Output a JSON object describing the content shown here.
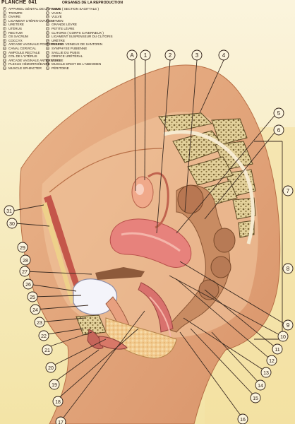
{
  "header": {
    "plate_word": "PLANCHE",
    "plate_number": "041",
    "subtitle": "ORGANES DE LA REPRODUCTION"
  },
  "legend": {
    "left": [
      {
        "key": "A",
        "text": "APPAREIL GÉNITAL DE LA FEMME ( SECTION SAGITTALE )"
      },
      {
        "key": "1",
        "text": "TROMPE"
      },
      {
        "key": "2",
        "text": "OVAIRE"
      },
      {
        "key": "3",
        "text": "LIGAMENT UTÉRIN-OVARIEN"
      },
      {
        "key": "4",
        "text": "URETÈRE"
      },
      {
        "key": "5",
        "text": "UTÉRUS"
      },
      {
        "key": "6",
        "text": "RECTUM"
      },
      {
        "key": "7",
        "text": "OS SACRUM"
      },
      {
        "key": "8",
        "text": "COCCYX"
      },
      {
        "key": "9",
        "text": "ARCADE VAGINALE POSTÉRIEURE"
      },
      {
        "key": "10",
        "text": "CANAL CERVICAL"
      },
      {
        "key": "11",
        "text": "AMPOULE RECTALE"
      },
      {
        "key": "12",
        "text": "COL DE L'UTÉRUS"
      },
      {
        "key": "13",
        "text": "ARCADE VAGINALE ANTÉRIEURE"
      },
      {
        "key": "14",
        "text": "PLEXUS HÉMORROÏDAIRE"
      },
      {
        "key": "15",
        "text": "MUSCLE SPHINCTER"
      }
    ],
    "right": [
      {
        "key": "16",
        "text": "ANUS"
      },
      {
        "key": "17",
        "text": "VAGIN"
      },
      {
        "key": "18",
        "text": "VULVE"
      },
      {
        "key": "19",
        "text": "HYMEN"
      },
      {
        "key": "20",
        "text": "GRANDE LÈVRE"
      },
      {
        "key": "21",
        "text": "PETITE LÈVRE"
      },
      {
        "key": "22",
        "text": "CLITORIS ( CORPS CAVERNEUX )"
      },
      {
        "key": "23",
        "text": "LIGAMENT SUSPENSEUR DU CLITORIS"
      },
      {
        "key": "24",
        "text": "URÈTRE"
      },
      {
        "key": "25",
        "text": "PLEXUS VEINEUX DE SANTORIN"
      },
      {
        "key": "26",
        "text": "SYMPHYSE PUBIENNE"
      },
      {
        "key": "27",
        "text": "SAILLIE DU PUBIS"
      },
      {
        "key": "28",
        "text": "ORIFICE URÉTÉRAL"
      },
      {
        "key": "29",
        "text": "VESSIE"
      },
      {
        "key": "30",
        "text": "MUSCLE DROIT DE L'ABDOMEN"
      },
      {
        "key": "31",
        "text": "PÉRITOINE"
      }
    ]
  },
  "callouts": {
    "top": [
      "A",
      "1",
      "2",
      "3",
      "4"
    ],
    "right": [
      "5",
      "6",
      "7",
      "8",
      "9",
      "10",
      "11",
      "12",
      "13",
      "14",
      "15"
    ],
    "bottom": [
      "16",
      "17",
      "18",
      "19",
      "20",
      "21",
      "22"
    ],
    "left": [
      "23",
      "24",
      "25",
      "26",
      "27",
      "28",
      "29",
      "30",
      "31"
    ]
  },
  "colors": {
    "background": "#fbf4dd",
    "skin": "#e4a77a",
    "bone": "#e9d9a8",
    "uterus": "#e77d78",
    "bladder": "#f4f4fa",
    "rectum": "#c2875e",
    "accent_yellow": "#f1dc8a"
  }
}
